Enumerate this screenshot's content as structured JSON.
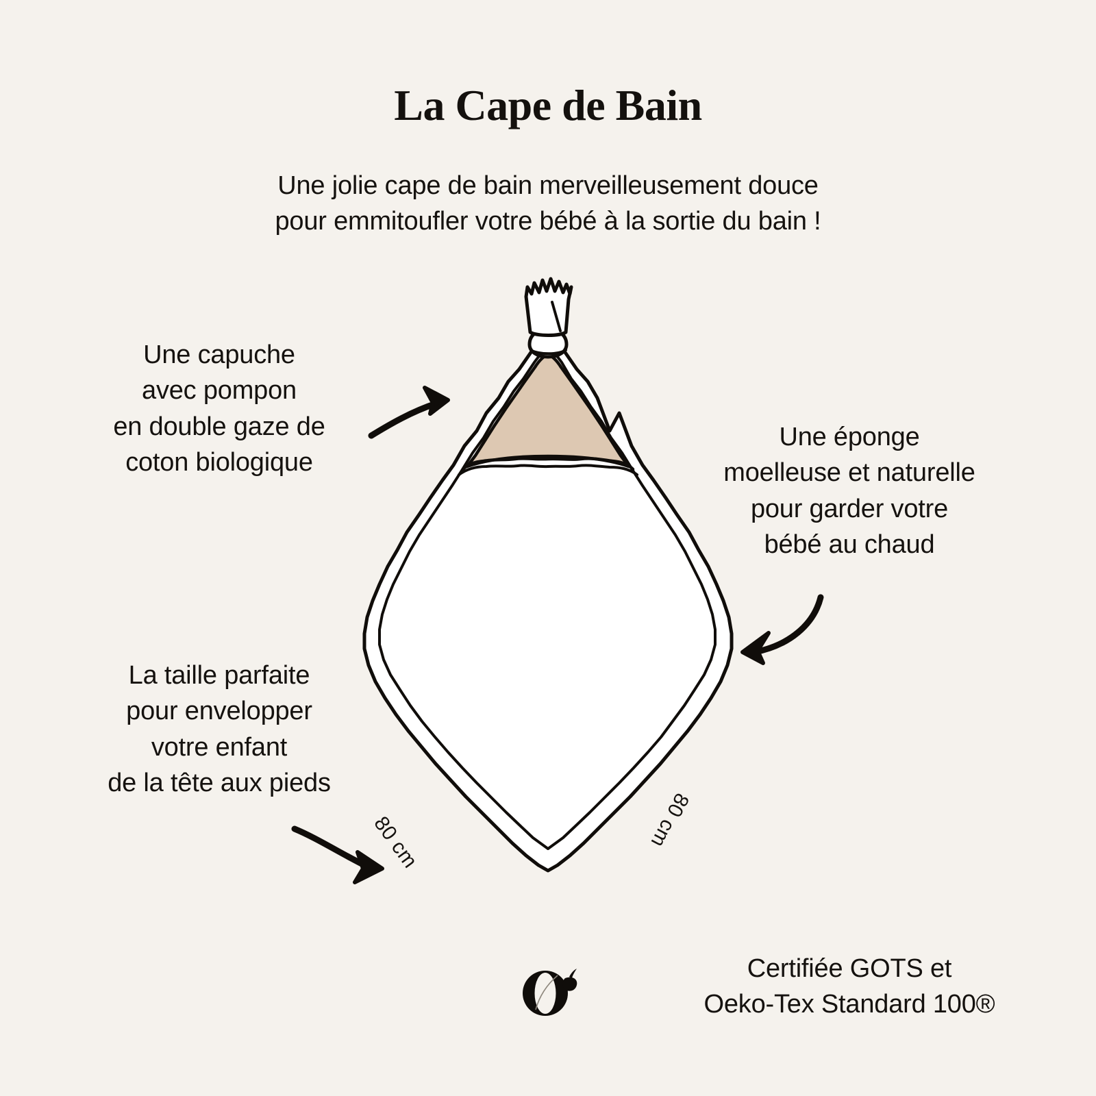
{
  "colors": {
    "background": "#f5f2ed",
    "ink": "#15120f",
    "hood_fabric": "#ddc8b2",
    "towel_fabric": "#ffffff",
    "outline": "#100d0a"
  },
  "header": {
    "title": "La Cape de Bain",
    "subtitle": "Une jolie cape de bain merveilleusement douce\npour emmitoufler votre bébé à la sortie du bain !"
  },
  "annotations": {
    "hood": {
      "text": "Une capuche\navec pompon\nen double gaze de\ncoton biologique",
      "arrow": "curved-arrow-right-icon"
    },
    "sponge": {
      "text": "Une éponge\nmoelleuse et naturelle\npour garder votre\nbébé au chaud",
      "arrow": "curved-arrow-down-left-icon"
    },
    "size": {
      "text": "La taille parfaite\npour envelopper\nvotre enfant\nde la tête aux pieds",
      "arrow": "curved-arrow-right-down-icon"
    }
  },
  "dimensions": {
    "left_edge": "80 cm",
    "right_edge": "80 cm"
  },
  "footer": {
    "certification": "Certifiée GOTS et\nOeko-Tex Standard 100®",
    "logo": "brand-o-monogram-icon"
  },
  "illustration": {
    "name": "hooded-bath-cape-illustration",
    "parts": [
      "pompon-tassel",
      "hood-triangle",
      "towel-body-diamond",
      "scalloped-double-outline"
    ]
  }
}
